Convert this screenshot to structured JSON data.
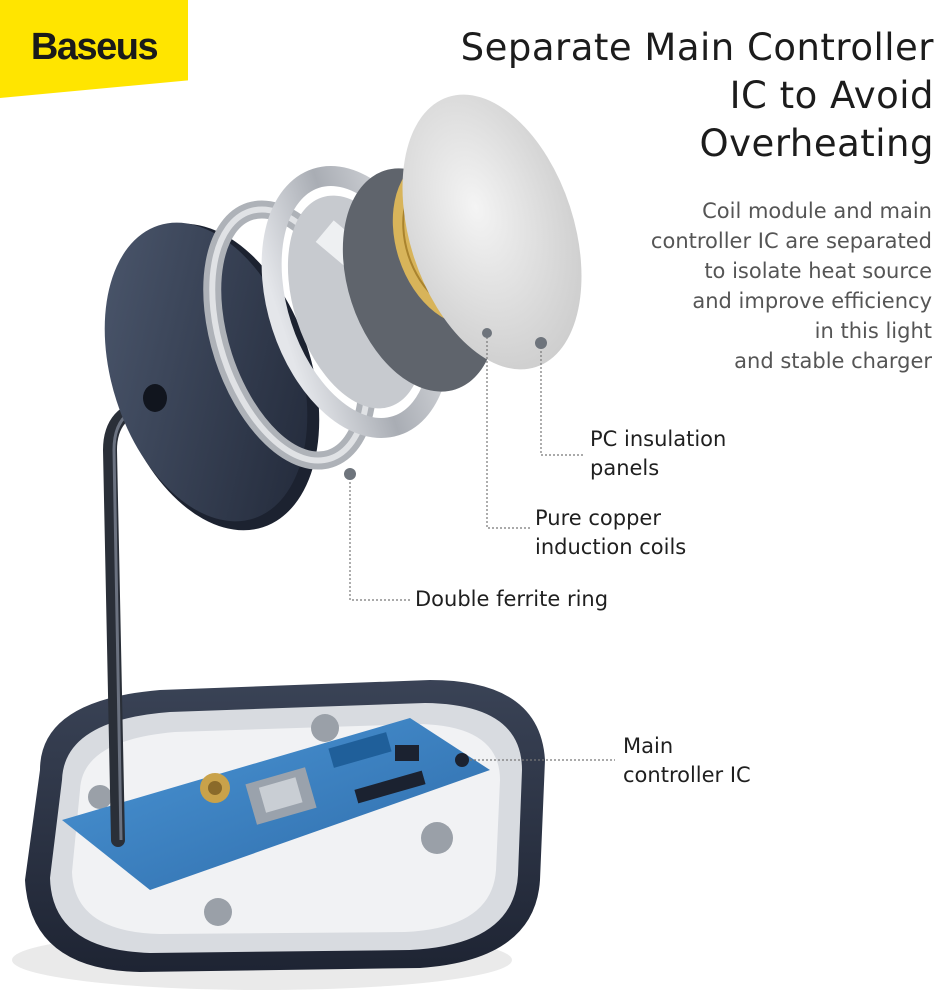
{
  "brand": {
    "logo_text": "Baseus"
  },
  "headline": {
    "lines": [
      "Separate Main Controller",
      "IC to Avoid",
      "Overheating"
    ]
  },
  "description": {
    "lines": [
      "Coil module and main",
      "controller IC are separated",
      "to isolate heat source",
      "and improve efficiency",
      "in this light",
      "and stable charger"
    ]
  },
  "callouts": {
    "pc_insulation": {
      "lines": [
        "PC insulation",
        "panels"
      ]
    },
    "copper_coils": {
      "lines": [
        "Pure copper",
        "induction coils"
      ]
    },
    "ferrite_ring": {
      "lines": [
        "Double ferrite ring"
      ]
    },
    "controller_ic": {
      "lines": [
        "Main",
        "controller IC"
      ]
    }
  },
  "colors": {
    "brand_yellow": "#ffe500",
    "base_navy": "#2b3445",
    "pcb_blue": "#3a7fc0",
    "copper": "#c9a24a",
    "metal": "#b8bcc2"
  },
  "icons": [
    "callout-dot"
  ]
}
